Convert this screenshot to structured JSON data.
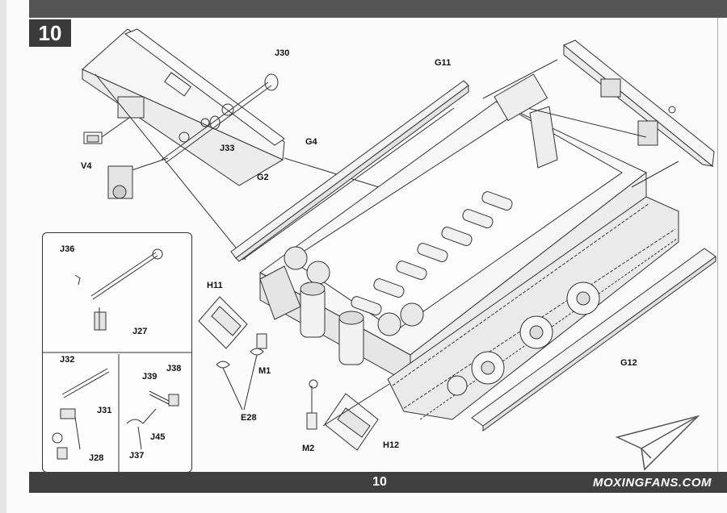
{
  "step": "10",
  "page_number": "10",
  "watermark": "MOXINGFANS.COM",
  "labels": {
    "j30": "J30",
    "g11": "G11",
    "g4": "G4",
    "j33": "J33",
    "v4": "V4",
    "g2": "G2",
    "j36": "J36",
    "j27": "J27",
    "h11": "H11",
    "m1": "M1",
    "e28": "E28",
    "m2": "M2",
    "h12": "H12",
    "g12": "G12",
    "j32": "J32",
    "j31": "J31",
    "j28": "J28",
    "j39": "J39",
    "j38": "J38",
    "j45": "J45",
    "j37": "J37"
  },
  "colors": {
    "header_bar": "#555555",
    "footer_bar": "#404040",
    "step_box": "#3a3a3a"
  }
}
